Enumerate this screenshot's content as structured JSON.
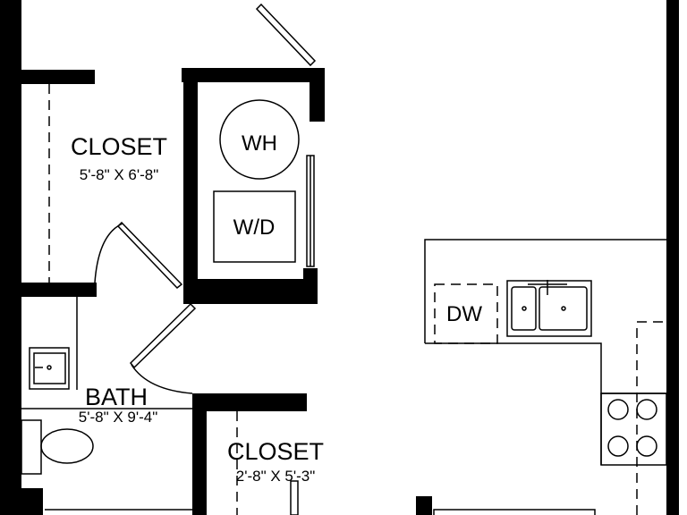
{
  "rooms": {
    "closet_top": {
      "name": "CLOSET",
      "dims": "5'-8\" X 6'-8\""
    },
    "bath": {
      "name": "BATH",
      "dims": "5'-8\" X 9'-4\""
    },
    "closet_bottom": {
      "name": "CLOSET",
      "dims": "2'-8\" X 5'-3\""
    }
  },
  "fixtures": {
    "water_heater": "WH",
    "washer_dryer": "W/D",
    "dishwasher": "DW"
  },
  "colors": {
    "wall": "#000000",
    "background": "#ffffff"
  }
}
